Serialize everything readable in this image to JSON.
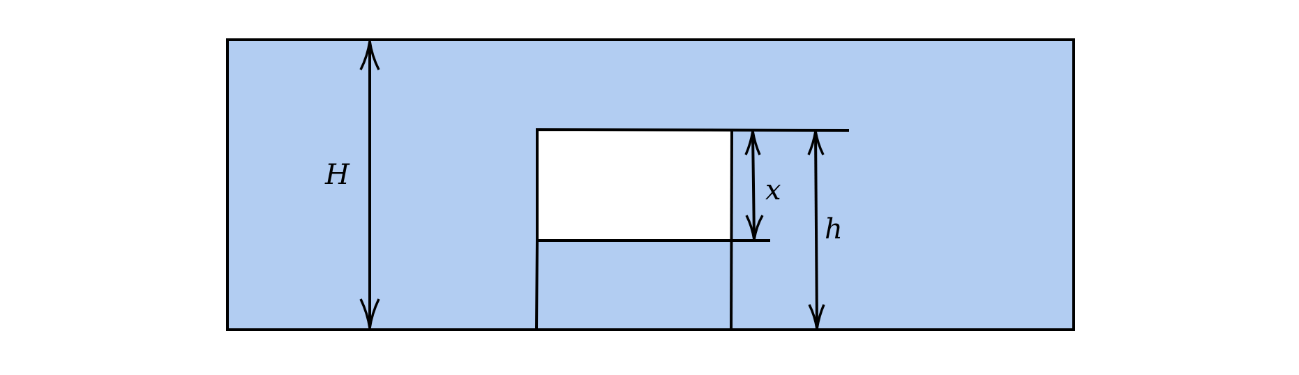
{
  "labels": {
    "big_height": "H",
    "small_height": "h",
    "gap": "x"
  },
  "colors": {
    "fluid": "#b2cdf2",
    "background": "#ffffff",
    "stroke": "#000000"
  }
}
